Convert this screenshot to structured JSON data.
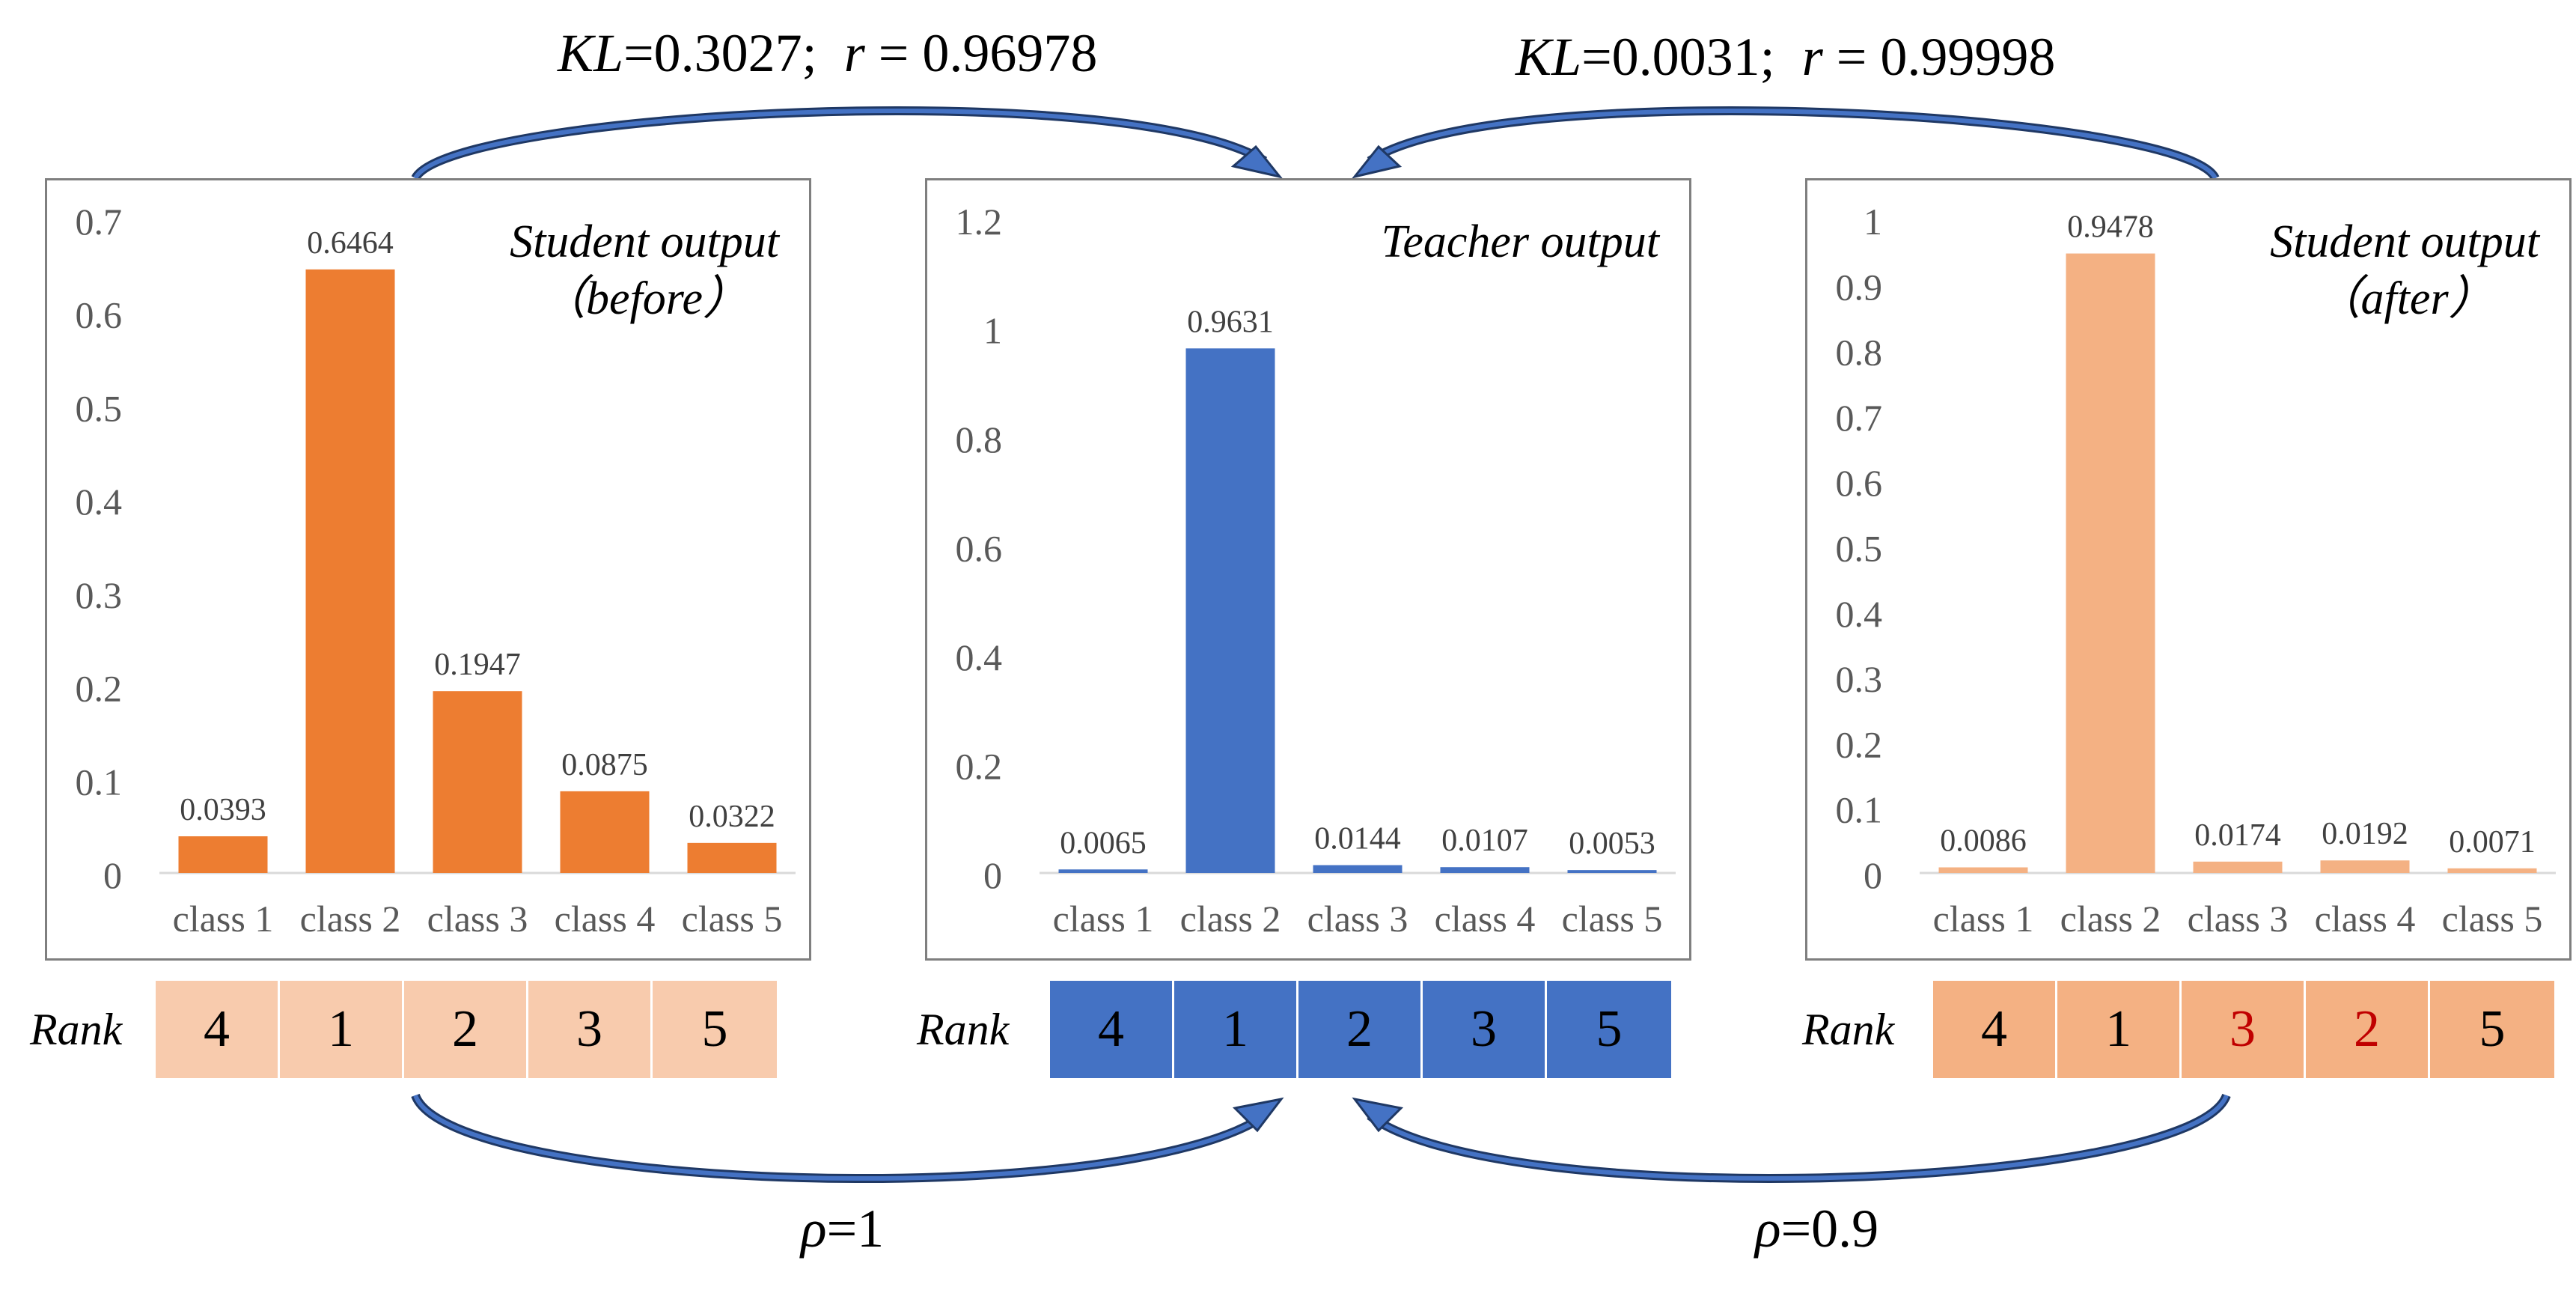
{
  "chart_data": [
    {
      "type": "bar",
      "title_line1": "Student output",
      "title_line2": "（before）",
      "categories": [
        "class 1",
        "class 2",
        "class 3",
        "class 4",
        "class 5"
      ],
      "values": [
        0.0393,
        0.6464,
        0.1947,
        0.0875,
        0.0322
      ],
      "value_labels": [
        "0.0393",
        "0.6464",
        "0.1947",
        "0.0875",
        "0.0322"
      ],
      "yticks": [
        "0",
        "0.1",
        "0.2",
        "0.3",
        "0.4",
        "0.5",
        "0.6",
        "0.7"
      ],
      "ylim": [
        0,
        0.7
      ],
      "grid": false,
      "bar_color": "#ED7D31"
    },
    {
      "type": "bar",
      "title_line1": "Teacher output",
      "title_line2": "",
      "categories": [
        "class 1",
        "class 2",
        "class 3",
        "class 4",
        "class 5"
      ],
      "values": [
        0.0065,
        0.9631,
        0.0144,
        0.0107,
        0.0053
      ],
      "value_labels": [
        "0.0065",
        "0.9631",
        "0.0144",
        "0.0107",
        "0.0053"
      ],
      "yticks": [
        "0",
        "0.2",
        "0.4",
        "0.6",
        "0.8",
        "1",
        "1.2"
      ],
      "ylim": [
        0,
        1.2
      ],
      "grid": false,
      "bar_color": "#4472C4"
    },
    {
      "type": "bar",
      "title_line1": "Student output",
      "title_line2": "（after）",
      "categories": [
        "class 1",
        "class 2",
        "class 3",
        "class 4",
        "class 5"
      ],
      "values": [
        0.0086,
        0.9478,
        0.0174,
        0.0192,
        0.0071
      ],
      "value_labels": [
        "0.0086",
        "0.9478",
        "0.0174",
        "0.0192",
        "0.0071"
      ],
      "yticks": [
        "0",
        "0.1",
        "0.2",
        "0.3",
        "0.4",
        "0.5",
        "0.6",
        "0.7",
        "0.8",
        "0.9",
        "1"
      ],
      "ylim": [
        0,
        1
      ],
      "grid": false,
      "bar_color": "#F4B183"
    }
  ],
  "rank_label": "Rank",
  "rank_tables": [
    {
      "values": [
        "4",
        "1",
        "2",
        "3",
        "5"
      ],
      "cell_color": "#F8CBAD",
      "text_colors": [
        "#000000",
        "#000000",
        "#000000",
        "#000000",
        "#000000"
      ]
    },
    {
      "values": [
        "4",
        "1",
        "2",
        "3",
        "5"
      ],
      "cell_color": "#4472C4",
      "text_colors": [
        "#000000",
        "#000000",
        "#000000",
        "#000000",
        "#000000"
      ]
    },
    {
      "values": [
        "4",
        "1",
        "3",
        "2",
        "5"
      ],
      "cell_color": "#F4B183",
      "text_colors": [
        "#000000",
        "#000000",
        "#C00000",
        "#C00000",
        "#000000"
      ]
    }
  ],
  "annotations": {
    "top_left": {
      "kl_sym": "KL",
      "kl_val": "=0.3027;",
      "r_sym": "r",
      "r_val": " = 0.96978"
    },
    "top_right": {
      "kl_sym": "KL",
      "kl_val": "=0.0031;",
      "r_sym": "r",
      "r_val": " = 0.99998"
    },
    "bottom_left": {
      "rho_sym": "ρ",
      "rho_val": "=1"
    },
    "bottom_right": {
      "rho_sym": "ρ",
      "rho_val": "=0.9"
    }
  },
  "colors": {
    "axis_text": "#595959",
    "arrow": "#2F4F8F",
    "frame": "#7F7F7F"
  }
}
